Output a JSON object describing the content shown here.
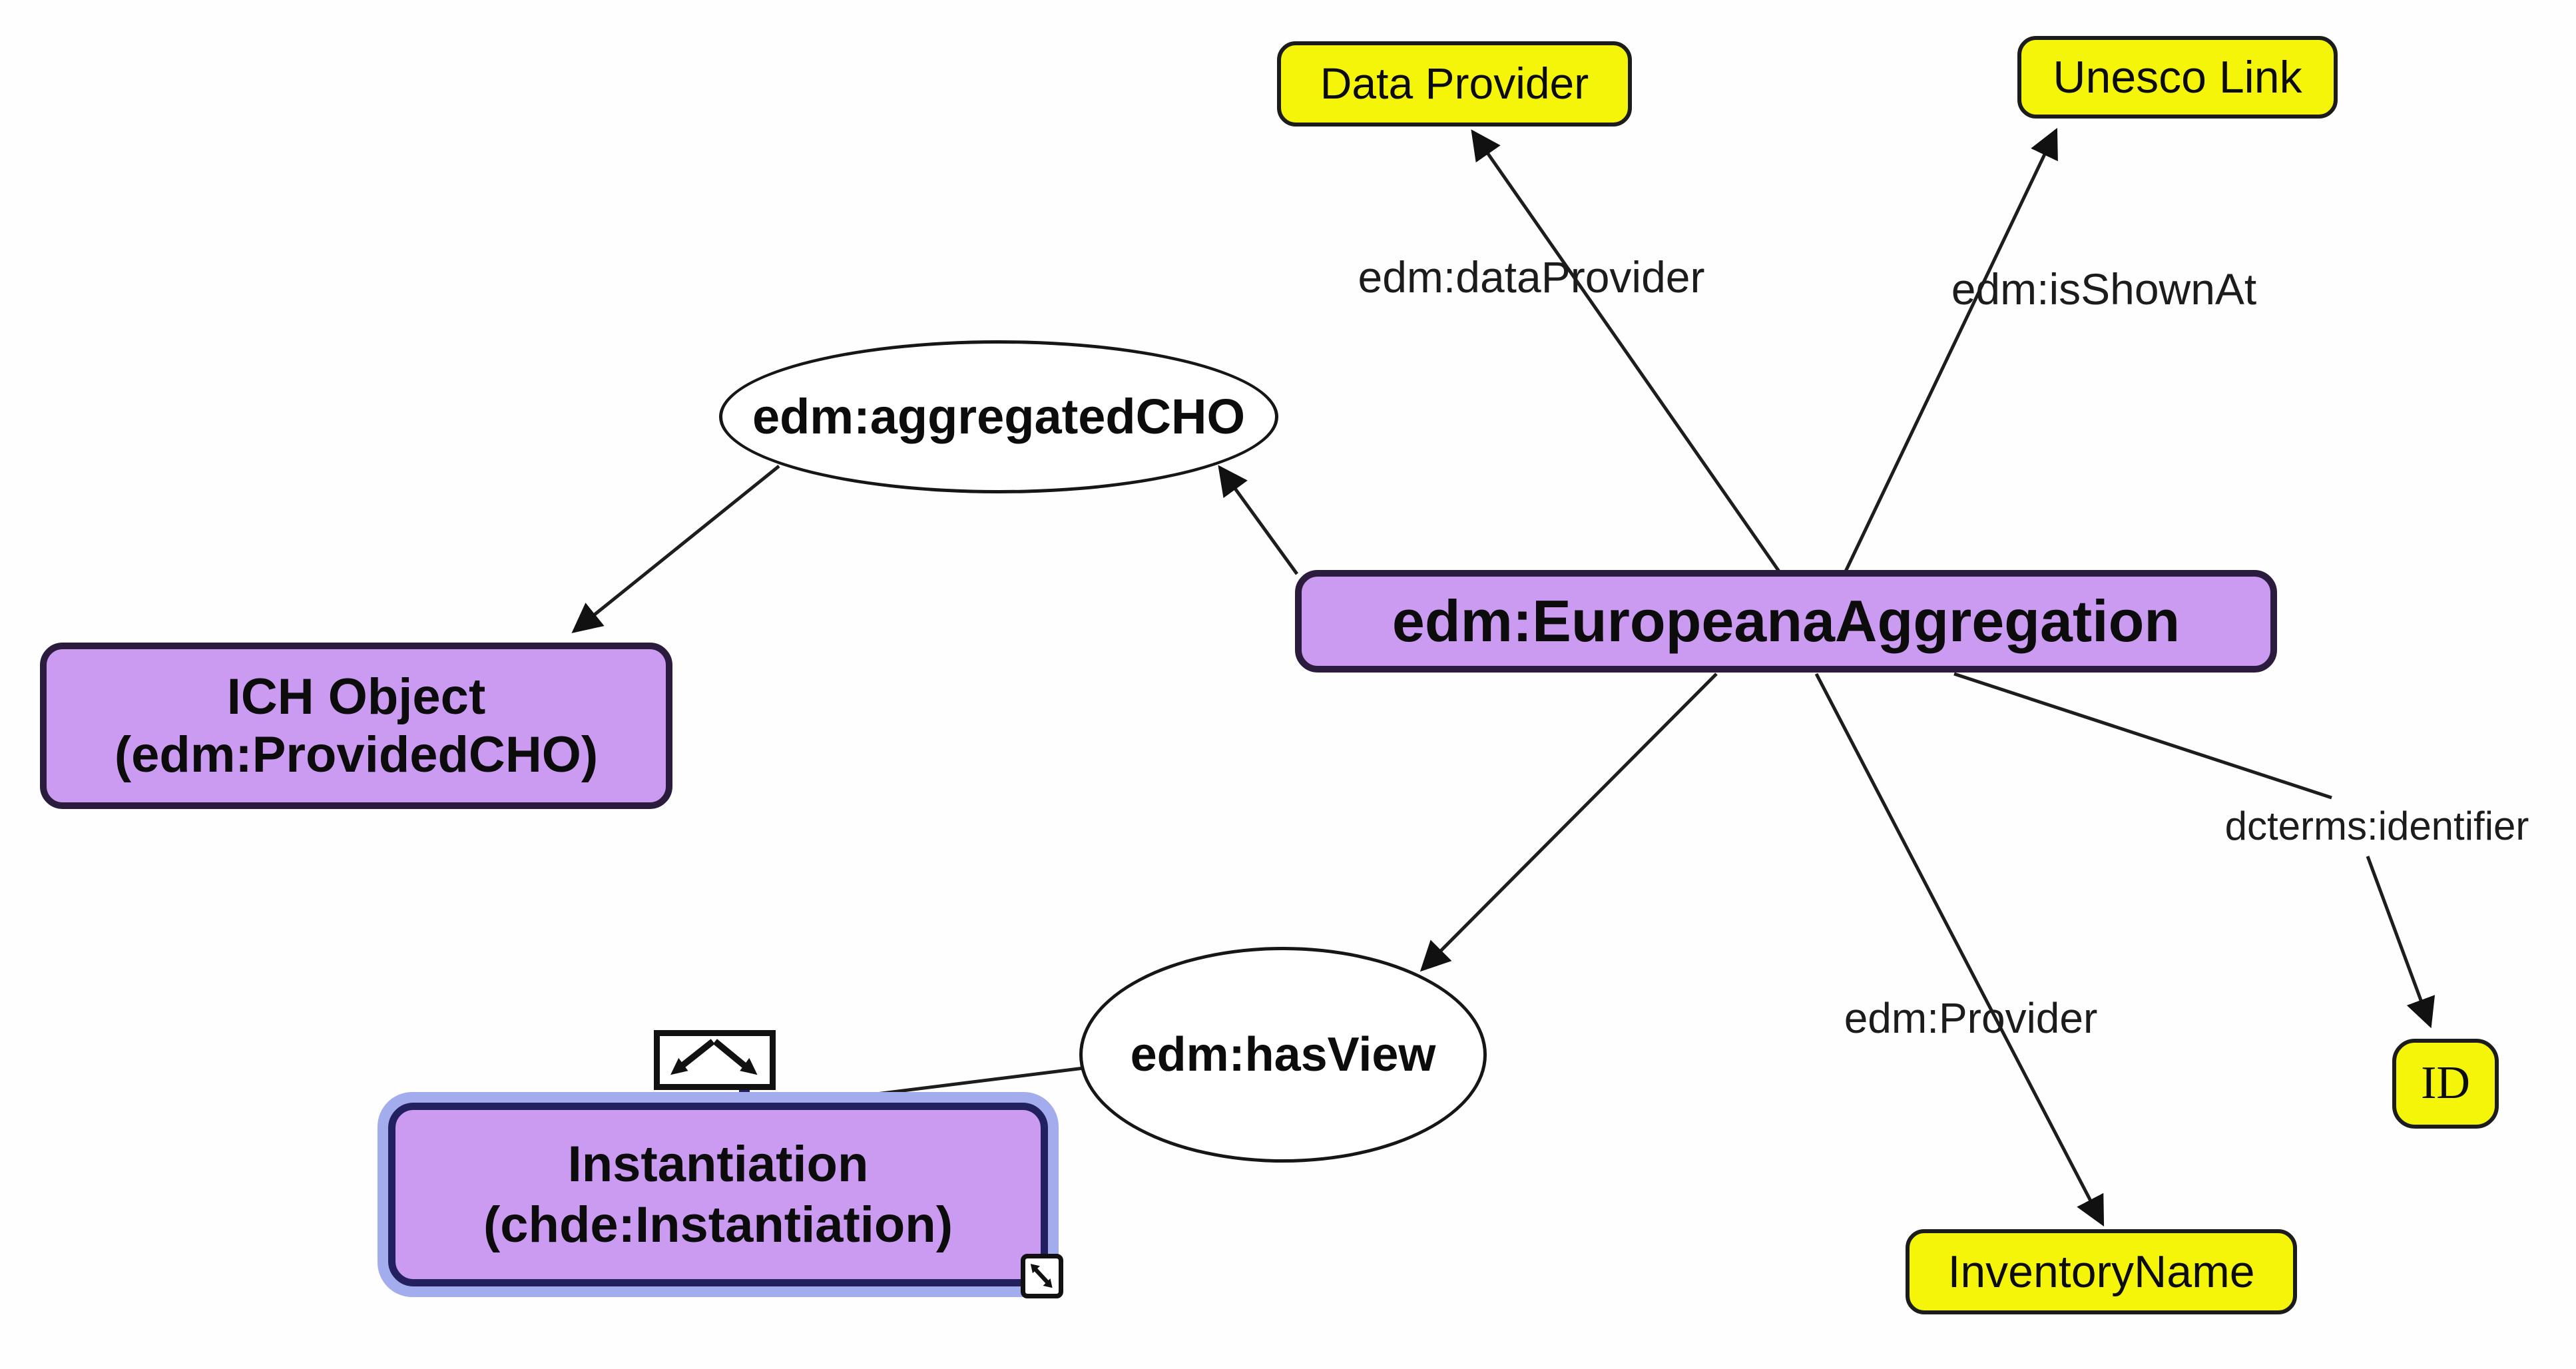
{
  "diagram": {
    "nodes": {
      "europeana_aggregation": {
        "label": "edm:EuropeanaAggregation",
        "type": "class"
      },
      "ich_object": {
        "line1": "ICH Object",
        "line2": "(edm:ProvidedCHO)",
        "type": "class"
      },
      "instantiation": {
        "line1": "Instantiation",
        "line2": "(chde:Instantiation)",
        "type": "class",
        "selected": "true"
      },
      "aggregated_cho": {
        "label": "edm:aggregatedCHO",
        "type": "property"
      },
      "has_view": {
        "label": "edm:hasView",
        "type": "property"
      },
      "data_provider": {
        "label": "Data Provider",
        "type": "literal"
      },
      "unesco_link": {
        "label": "Unesco Link",
        "type": "literal"
      },
      "id": {
        "label": "ID",
        "type": "literal"
      },
      "inventory_name": {
        "label": "InventoryName",
        "type": "literal"
      }
    },
    "edge_labels": {
      "data_provider": "edm:dataProvider",
      "is_shown_at": "edm:isShownAt",
      "identifier": "dcterms:identifier",
      "provider": "edm:Provider"
    },
    "icons": {
      "connector": "link-arrows-icon",
      "resize": "resize-diagonal-icon"
    },
    "colors": {
      "class_fill": "#cb9bf2",
      "class_border": "#2b1c3e",
      "literal_fill": "#f5f50a",
      "literal_border": "#1c1c1c",
      "property_fill": "#ffffff",
      "property_border": "#161616",
      "selection_outline": "#a3adee",
      "selection_border": "#232060",
      "edge": "#1d1d1d"
    }
  }
}
